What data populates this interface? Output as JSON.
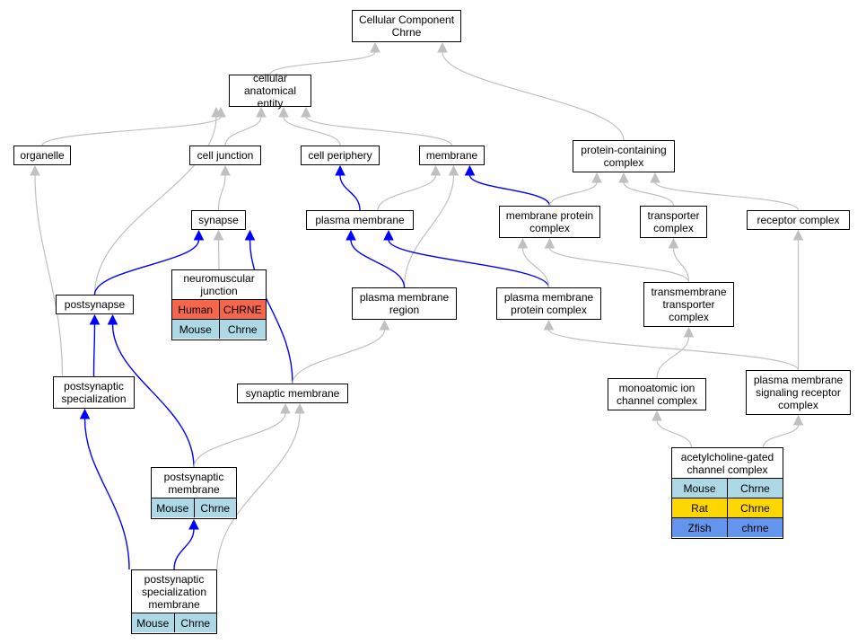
{
  "diagram": {
    "colors": {
      "gray_edge": "#c0c0c0",
      "blue_edge": "#0000ff",
      "node_border": "#000000"
    },
    "nodes": [
      {
        "id": "root",
        "label": "Cellular Component\nChrne"
      },
      {
        "id": "cae",
        "label": "cellular anatomical\nentity"
      },
      {
        "id": "organelle",
        "label": "organelle"
      },
      {
        "id": "cell_junction",
        "label": "cell junction"
      },
      {
        "id": "cell_periphery",
        "label": "cell periphery"
      },
      {
        "id": "membrane",
        "label": "membrane"
      },
      {
        "id": "pcc",
        "label": "protein-containing\ncomplex"
      },
      {
        "id": "synapse",
        "label": "synapse"
      },
      {
        "id": "plasma_membrane",
        "label": "plasma membrane"
      },
      {
        "id": "mpc",
        "label": "membrane protein\ncomplex"
      },
      {
        "id": "transporter_complex",
        "label": "transporter\ncomplex"
      },
      {
        "id": "receptor_complex",
        "label": "receptor complex"
      },
      {
        "id": "nmj",
        "label": "neuromuscular\njunction",
        "orthologs": [
          {
            "species": "Human",
            "gene": "CHRNE",
            "color": "#f4674d"
          },
          {
            "species": "Mouse",
            "gene": "Chrne",
            "color": "#add8e6"
          }
        ]
      },
      {
        "id": "postsynapse",
        "label": "postsynapse"
      },
      {
        "id": "pmr",
        "label": "plasma membrane\nregion"
      },
      {
        "id": "pmpc",
        "label": "plasma membrane\nprotein complex"
      },
      {
        "id": "ttc",
        "label": "transmembrane\ntransporter\ncomplex"
      },
      {
        "id": "ps_spec",
        "label": "postsynaptic\nspecialization"
      },
      {
        "id": "syn_membrane",
        "label": "synaptic membrane"
      },
      {
        "id": "mic",
        "label": "monoatomic ion\nchannel complex"
      },
      {
        "id": "pmsrc",
        "label": "plasma membrane\nsignaling receptor\ncomplex"
      },
      {
        "id": "ps_membrane",
        "label": "postsynaptic\nmembrane",
        "orthologs": [
          {
            "species": "Mouse",
            "gene": "Chrne",
            "color": "#add8e6"
          }
        ]
      },
      {
        "id": "acgcc",
        "label": "acetylcholine-gated\nchannel complex",
        "orthologs": [
          {
            "species": "Mouse",
            "gene": "Chrne",
            "color": "#add8e6"
          },
          {
            "species": "Rat",
            "gene": "Chrne",
            "color": "#ffd700"
          },
          {
            "species": "Zfish",
            "gene": "chrne",
            "color": "#6495ed"
          }
        ]
      },
      {
        "id": "pssm",
        "label": "postsynaptic\nspecialization\nmembrane",
        "orthologs": [
          {
            "species": "Mouse",
            "gene": "Chrne",
            "color": "#add8e6"
          }
        ]
      }
    ],
    "edges": [
      {
        "from": "cae",
        "to": "root",
        "kind": "is_a"
      },
      {
        "from": "pcc",
        "to": "root",
        "kind": "is_a"
      },
      {
        "from": "organelle",
        "to": "cae",
        "kind": "is_a"
      },
      {
        "from": "cell_junction",
        "to": "cae",
        "kind": "is_a"
      },
      {
        "from": "cell_periphery",
        "to": "cae",
        "kind": "is_a"
      },
      {
        "from": "membrane",
        "to": "cae",
        "kind": "is_a"
      },
      {
        "from": "postsynapse",
        "to": "cae",
        "kind": "is_a"
      },
      {
        "from": "synapse",
        "to": "cell_junction",
        "kind": "is_a"
      },
      {
        "from": "plasma_membrane",
        "to": "cell_periphery",
        "kind": "part_of"
      },
      {
        "from": "plasma_membrane",
        "to": "membrane",
        "kind": "is_a"
      },
      {
        "from": "mpc",
        "to": "membrane",
        "kind": "part_of"
      },
      {
        "from": "pmr",
        "to": "membrane",
        "kind": "is_a"
      },
      {
        "from": "mpc",
        "to": "pcc",
        "kind": "is_a"
      },
      {
        "from": "transporter_complex",
        "to": "pcc",
        "kind": "is_a"
      },
      {
        "from": "receptor_complex",
        "to": "pcc",
        "kind": "is_a"
      },
      {
        "from": "nmj",
        "to": "synapse",
        "kind": "is_a"
      },
      {
        "from": "postsynapse",
        "to": "synapse",
        "kind": "part_of"
      },
      {
        "from": "syn_membrane",
        "to": "synapse",
        "kind": "part_of"
      },
      {
        "from": "pmr",
        "to": "plasma_membrane",
        "kind": "part_of"
      },
      {
        "from": "pmpc",
        "to": "plasma_membrane",
        "kind": "part_of"
      },
      {
        "from": "pmpc",
        "to": "mpc",
        "kind": "is_a"
      },
      {
        "from": "ttc",
        "to": "mpc",
        "kind": "is_a"
      },
      {
        "from": "ttc",
        "to": "transporter_complex",
        "kind": "is_a"
      },
      {
        "from": "pmsrc",
        "to": "receptor_complex",
        "kind": "is_a"
      },
      {
        "from": "ps_spec",
        "to": "postsynapse",
        "kind": "part_of"
      },
      {
        "from": "ps_membrane",
        "to": "postsynapse",
        "kind": "part_of"
      },
      {
        "from": "ps_spec",
        "to": "organelle",
        "kind": "is_a"
      },
      {
        "from": "syn_membrane",
        "to": "pmr",
        "kind": "is_a"
      },
      {
        "from": "pmsrc",
        "to": "pmpc",
        "kind": "is_a"
      },
      {
        "from": "mic",
        "to": "ttc",
        "kind": "is_a"
      },
      {
        "from": "acgcc",
        "to": "mic",
        "kind": "is_a"
      },
      {
        "from": "acgcc",
        "to": "pmsrc",
        "kind": "is_a"
      },
      {
        "from": "ps_membrane",
        "to": "syn_membrane",
        "kind": "is_a"
      },
      {
        "from": "pssm",
        "to": "ps_membrane",
        "kind": "part_of"
      },
      {
        "from": "pssm",
        "to": "ps_spec",
        "kind": "part_of"
      },
      {
        "from": "pssm",
        "to": "syn_membrane",
        "kind": "is_a"
      }
    ]
  }
}
